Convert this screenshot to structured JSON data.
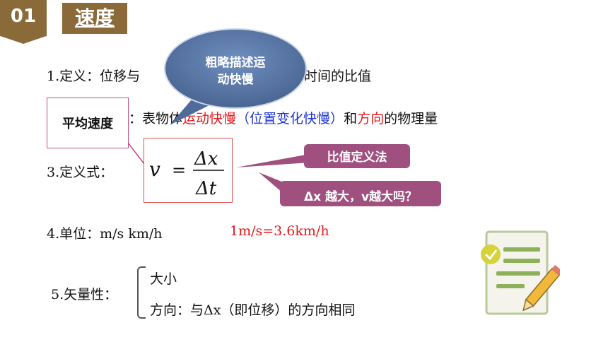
{
  "header": {
    "section_number": "01",
    "title": "速度"
  },
  "bubble": {
    "line1": "粗略描述运",
    "line2": "动快慢"
  },
  "items": {
    "definition": {
      "part1": "1.定义：位移与",
      "part2": "时间的比值"
    },
    "meaning": {
      "part1": "：表",
      "part2": "物体",
      "part3": "运动快慢",
      "part4": "（位置变化快慢）",
      "part5": "和",
      "part6": "方向",
      "part7": "的物理量"
    },
    "formula_label": "3.定义式：",
    "unit": {
      "label": "4.单位：m/s  km/h",
      "conversion": "1m/s=3.6km/h"
    },
    "vector": {
      "label": "5.矢量性：",
      "magnitude": "大小",
      "direction": "方向：与Δx（即位移）的方向相同"
    }
  },
  "average_velocity_box": "平均速度",
  "formula": {
    "lhs": "v",
    "eq": "=",
    "numerator": "Δx",
    "denominator": "Δt"
  },
  "callouts": {
    "ratio_method": "比值定义法",
    "question": "Δx 越大，v越大吗？"
  },
  "colors": {
    "brown": "#8b6a3a",
    "purple": "#a0507f",
    "red": "#e8191c",
    "blue": "#1f35d8",
    "bubble": "#5b7aa8"
  },
  "icons": {
    "clipboard": "clipboard-check-icon"
  }
}
